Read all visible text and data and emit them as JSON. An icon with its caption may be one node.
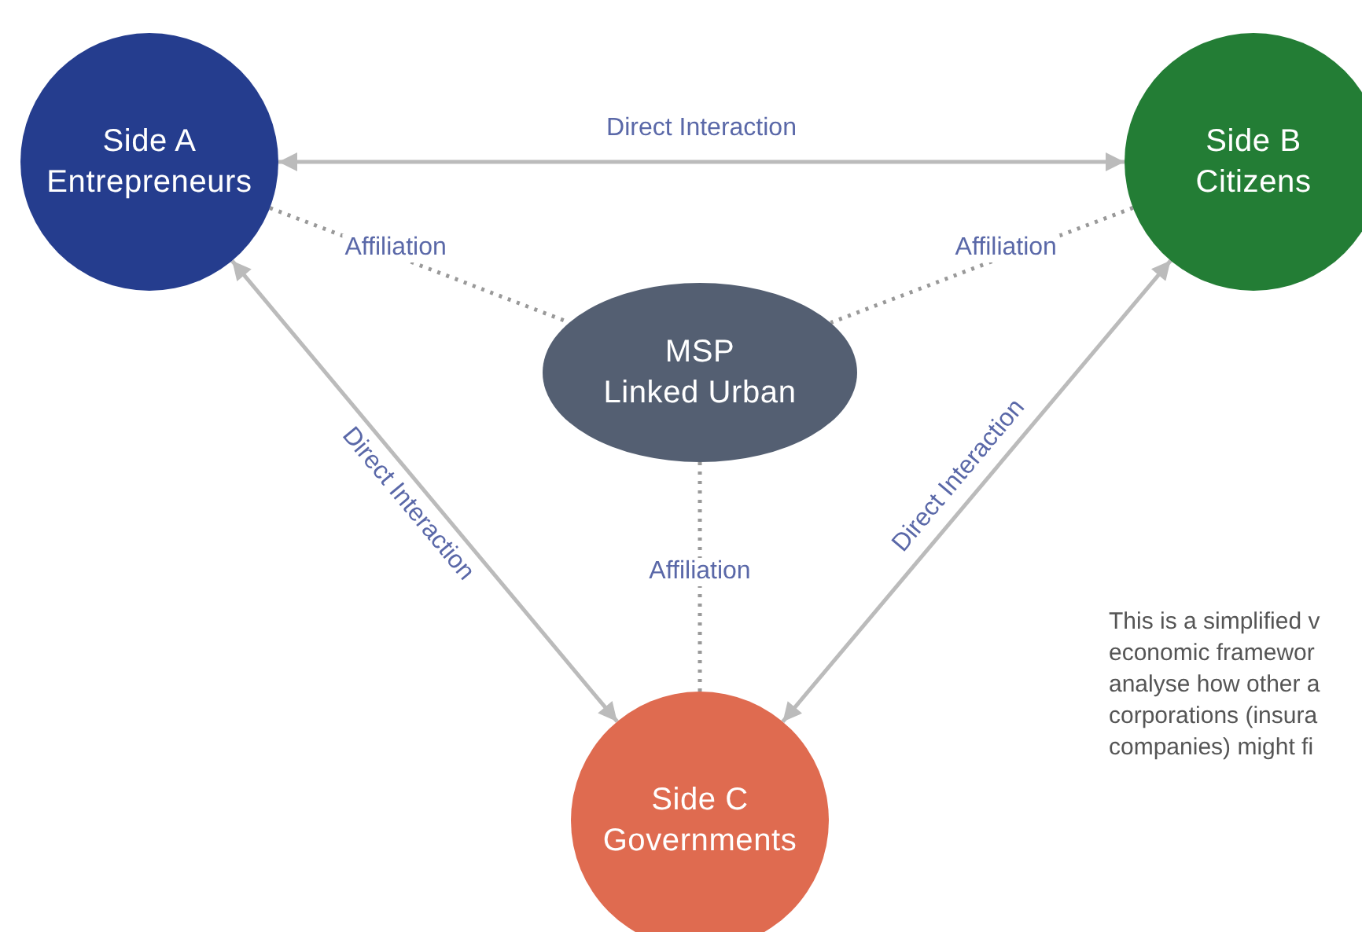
{
  "diagram": {
    "nodes": [
      {
        "text": [
          "Side A",
          "Entrepreneurs"
        ]
      },
      {
        "text": [
          "Side B",
          "Citizens"
        ]
      },
      {
        "text": [
          "MSP",
          "Linked Urban"
        ]
      },
      {
        "text": [
          "Side C",
          "Governments"
        ]
      }
    ],
    "edges": [
      {
        "from": 0,
        "to": 1,
        "arrow": "both",
        "label": "Direct Interaction"
      },
      {
        "from": 0,
        "to": 2,
        "arrow": "none",
        "label": "Affiliation",
        "style": "dashed"
      },
      {
        "from": 1,
        "to": 2,
        "arrow": "none",
        "label": "Affiliation",
        "style": "dashed"
      },
      {
        "from": 0,
        "to": 3,
        "arrow": "both",
        "label": "Direct Interaction"
      },
      {
        "from": 2,
        "to": 3,
        "arrow": "none",
        "label": "Affiliation",
        "style": "dashed"
      },
      {
        "from": 1,
        "to": 3,
        "arrow": "both",
        "label": "Direct Interaction"
      }
    ],
    "labels": [
      "This is a simplified v economic framewor analyse how other a corporations (insura companies) might fi"
    ]
  }
}
